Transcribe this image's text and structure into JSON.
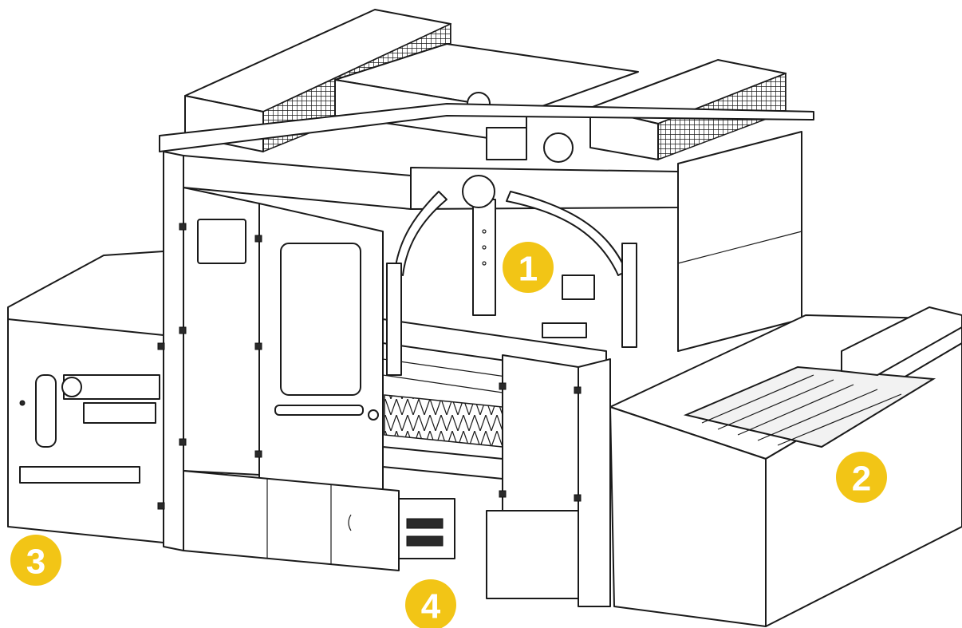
{
  "callouts": [
    {
      "id": "1",
      "label": "1"
    },
    {
      "id": "2",
      "label": "2"
    },
    {
      "id": "3",
      "label": "3"
    },
    {
      "id": "4",
      "label": "4"
    }
  ],
  "colors": {
    "callout": "#f2c516",
    "callout_text": "#ffffff",
    "line": "#1a1a1a",
    "background": "#ffffff"
  }
}
